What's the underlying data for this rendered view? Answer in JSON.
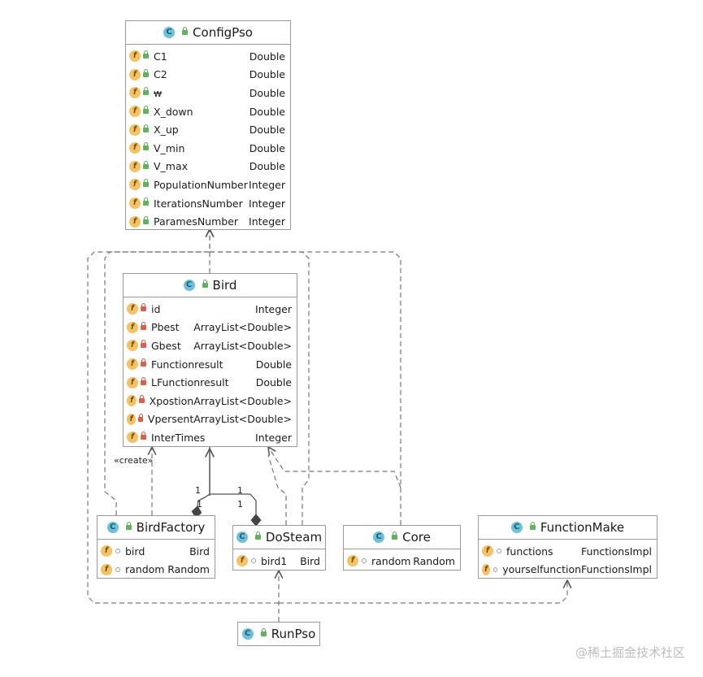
{
  "classes": {
    "configpso": {
      "name": "ConfigPso",
      "fields": [
        {
          "name": "C1",
          "type": "Double"
        },
        {
          "name": "C2",
          "type": "Double"
        },
        {
          "name": "w",
          "type": "Double"
        },
        {
          "name": "X_down",
          "type": "Double"
        },
        {
          "name": "X_up",
          "type": "Double"
        },
        {
          "name": "V_min",
          "type": "Double"
        },
        {
          "name": "V_max",
          "type": "Double"
        },
        {
          "name": "PopulationNumber",
          "type": "Integer"
        },
        {
          "name": "IterationsNumber",
          "type": "Integer"
        },
        {
          "name": "ParamesNumber",
          "type": "Integer"
        }
      ]
    },
    "bird": {
      "name": "Bird",
      "fields": [
        {
          "name": "id",
          "type": "Integer"
        },
        {
          "name": "Pbest",
          "type": "ArrayList<Double>"
        },
        {
          "name": "Gbest",
          "type": "ArrayList<Double>"
        },
        {
          "name": "Functionresult",
          "type": "Double"
        },
        {
          "name": "LFunctionresult",
          "type": "Double"
        },
        {
          "name": "Xpostion",
          "type": "ArrayList<Double>"
        },
        {
          "name": "Vpersent",
          "type": "ArrayList<Double>"
        },
        {
          "name": "InterTimes",
          "type": "Integer"
        }
      ]
    },
    "birdfactory": {
      "name": "BirdFactory",
      "fields": [
        {
          "name": "bird",
          "type": "Bird"
        },
        {
          "name": "random",
          "type": "Random"
        }
      ]
    },
    "dosteam": {
      "name": "DoSteam",
      "fields": [
        {
          "name": "bird1",
          "type": "Bird"
        }
      ]
    },
    "core": {
      "name": "Core",
      "fields": [
        {
          "name": "random",
          "type": "Random"
        }
      ]
    },
    "functionmake": {
      "name": "FunctionMake",
      "fields": [
        {
          "name": "functions",
          "type": "FunctionsImpl"
        },
        {
          "name": "yourselfunction",
          "type": "FunctionsImpl"
        }
      ]
    },
    "runpso": {
      "name": "RunPso"
    }
  },
  "labels": {
    "create": "«create»",
    "mult_1a": "1",
    "mult_1b": "1",
    "mult_1c": "1",
    "mult_1d": "1"
  },
  "icons": {
    "class": "C",
    "field": "f"
  },
  "watermark": "@稀土掘金技术社区"
}
